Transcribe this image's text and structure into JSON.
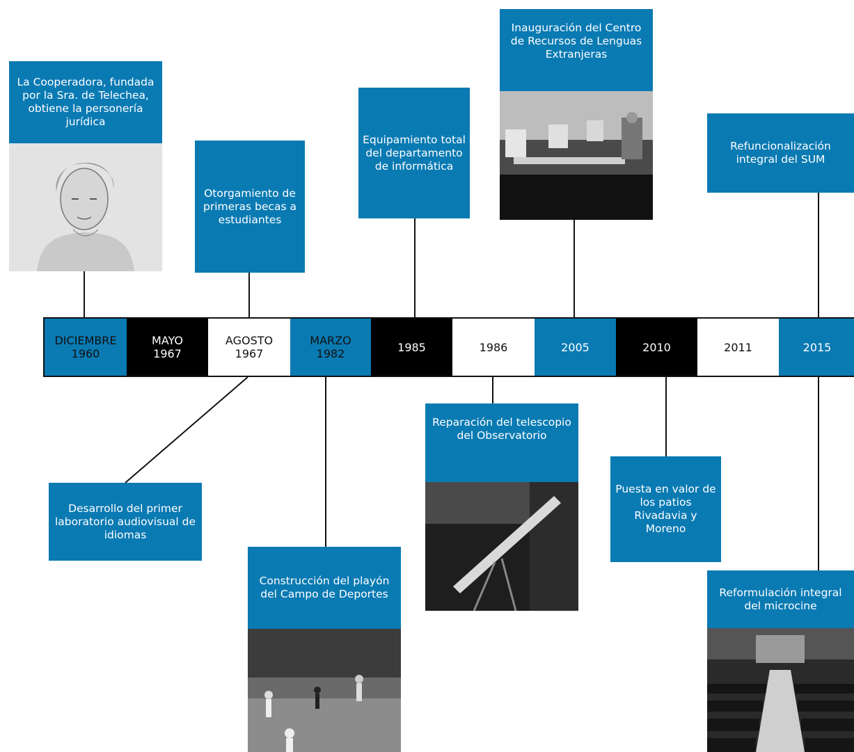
{
  "timeline": [
    {
      "line1": "DICIEMBRE",
      "line2": "1960"
    },
    {
      "line1": "MAYO",
      "line2": "1967"
    },
    {
      "line1": "AGOSTO",
      "line2": "1967"
    },
    {
      "line1": "MARZO",
      "line2": "1982"
    },
    {
      "line1": "1985",
      "line2": ""
    },
    {
      "line1": "1986",
      "line2": ""
    },
    {
      "line1": "2005",
      "line2": ""
    },
    {
      "line1": "2010",
      "line2": ""
    },
    {
      "line1": "2011",
      "line2": ""
    },
    {
      "line1": "2015",
      "line2": ""
    }
  ],
  "events": {
    "cooperadora": "La Cooperadora, fundada por la Sra. de Telechea, obtiene la personería jurídica",
    "becas": "Otorgamiento de primeras becas a estudiantes",
    "informatica": "Equipamiento total del departamento de informática",
    "lenguas": "Inauguración del Centro de Recursos de Lenguas Extranjeras",
    "sum": "Refuncionalización integral del SUM",
    "laboratorio": "Desarrollo del primer laboratorio audiovisual de idiomas",
    "playon": "Construcción del playón del Campo de Deportes",
    "telescopio": "Reparación del telescopio del Observatorio",
    "patios": "Puesta en valor de los patios Rivadavia y Moreno",
    "microcine": "Reformulación integral del microcine"
  },
  "colors": {
    "blue": "#0a7ab3",
    "black": "#000000",
    "white": "#ffffff"
  },
  "photos": [
    "portrait-sketch",
    "computer-lab",
    "sports-field",
    "telescope",
    "auditorium-seats"
  ]
}
